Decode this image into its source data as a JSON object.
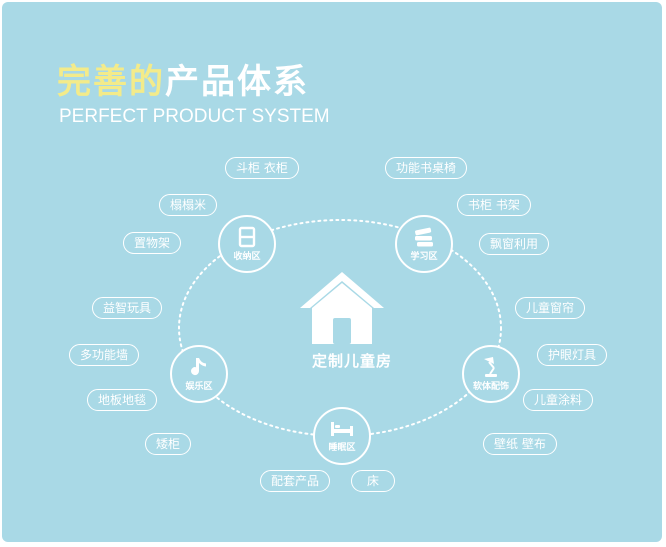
{
  "title": {
    "accent": "完善的",
    "main": "产品体系"
  },
  "subtitle": "PERFECT PRODUCT SYSTEM",
  "center": {
    "label": "定制儿童房",
    "icon": "house-icon"
  },
  "zones": {
    "storage": {
      "label": "收纳区",
      "icon": "cabinet-icon"
    },
    "study": {
      "label": "学习区",
      "icon": "books-icon"
    },
    "play": {
      "label": "娱乐区",
      "icon": "music-note-icon"
    },
    "decor": {
      "label": "软体配饰",
      "icon": "desk-lamp-icon"
    },
    "sleep": {
      "label": "睡眠区",
      "icon": "bed-icon"
    }
  },
  "items": {
    "wardrobe": "斗柜 衣柜",
    "tatami": "榻榻米",
    "shelf_rack": "置物架",
    "desk_chair": "功能书桌椅",
    "bookshelf": "书柜 书架",
    "bay_window": "飘窗利用",
    "toys": "益智玩具",
    "func_wall": "多功能墙",
    "floor_mat": "地板地毯",
    "low_cabinet": "矮柜",
    "curtain": "儿童窗帘",
    "eye_lamp": "护眼灯具",
    "kids_paint": "儿童涂料",
    "wallpaper": "壁纸 壁布",
    "accessories": "配套产品",
    "bed": "床"
  },
  "colors": {
    "background": "#a9d9e6",
    "accent": "#f3eb8a",
    "foreground": "#ffffff"
  }
}
